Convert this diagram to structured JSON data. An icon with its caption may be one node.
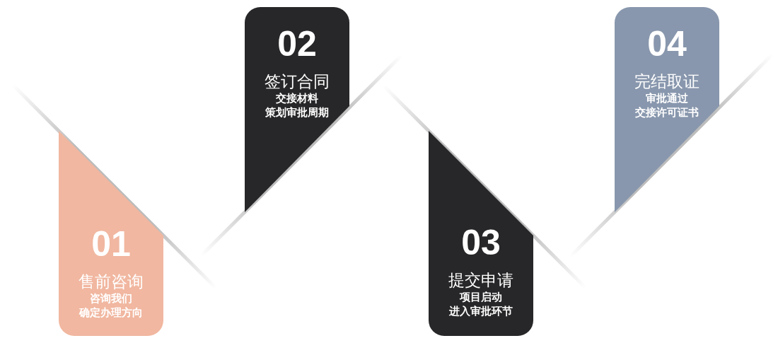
{
  "diagram": {
    "nodes": [
      {
        "text": [
          "01",
          "售前咨询",
          "咨询我们",
          "确定办理方向"
        ]
      },
      {
        "text": [
          "02",
          "签订合同",
          "交接材料",
          "策划审批周期"
        ]
      },
      {
        "text": [
          "03",
          "提交申请",
          "项目启动",
          "进入审批环节"
        ]
      },
      {
        "text": [
          "04",
          "完结取证",
          "审批通过",
          "交接许可证书"
        ]
      }
    ]
  }
}
